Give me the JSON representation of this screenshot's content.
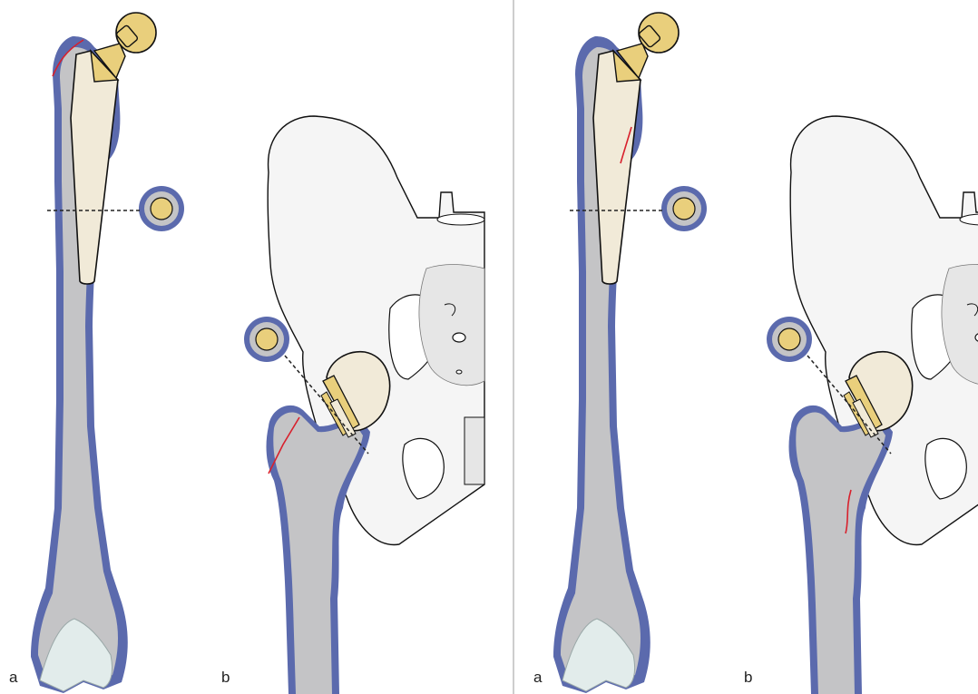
{
  "colors": {
    "cortex": "#5b6aad",
    "bone": "#c4c4c6",
    "implant": "#f1ead8",
    "metal": "#e9cf7c",
    "pelvis": "#f5f5f5",
    "cartilage": "#e2eceb",
    "fracture": "#d8202c",
    "divider": "#b8b8b8"
  },
  "panels": [
    {
      "a_label": "a",
      "b_label": "b"
    },
    {
      "a_label": "a",
      "b_label": "b"
    }
  ]
}
